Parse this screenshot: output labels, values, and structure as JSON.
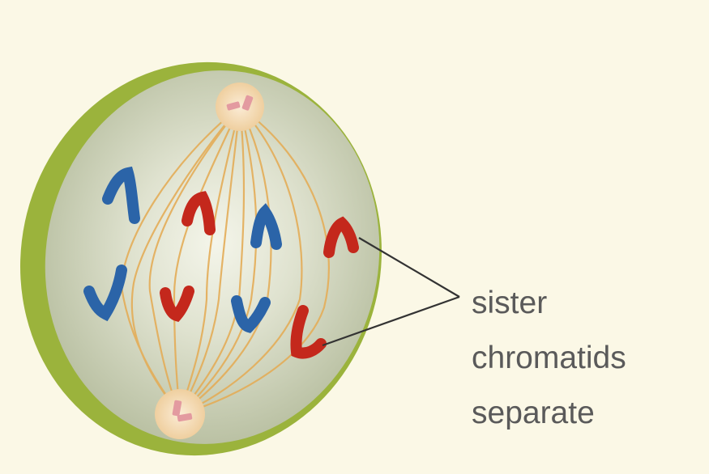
{
  "callout": {
    "lines": [
      "sister",
      "chromatids",
      "separate"
    ]
  },
  "colors": {
    "background": "#fbf8e6",
    "cell_rim": "#9bb33c",
    "cell_inner": "#c8cdb4",
    "cell_highlight": "#f2f3e8",
    "spindle_fiber": "#e4ad58",
    "centrosome": "#f5dfc0",
    "centriole": "#e39aa0",
    "chromatid_blue": "#2b64a8",
    "chromatid_red": "#c4281c",
    "callout_line": "#333333",
    "label_text": "#5a5a5a"
  }
}
